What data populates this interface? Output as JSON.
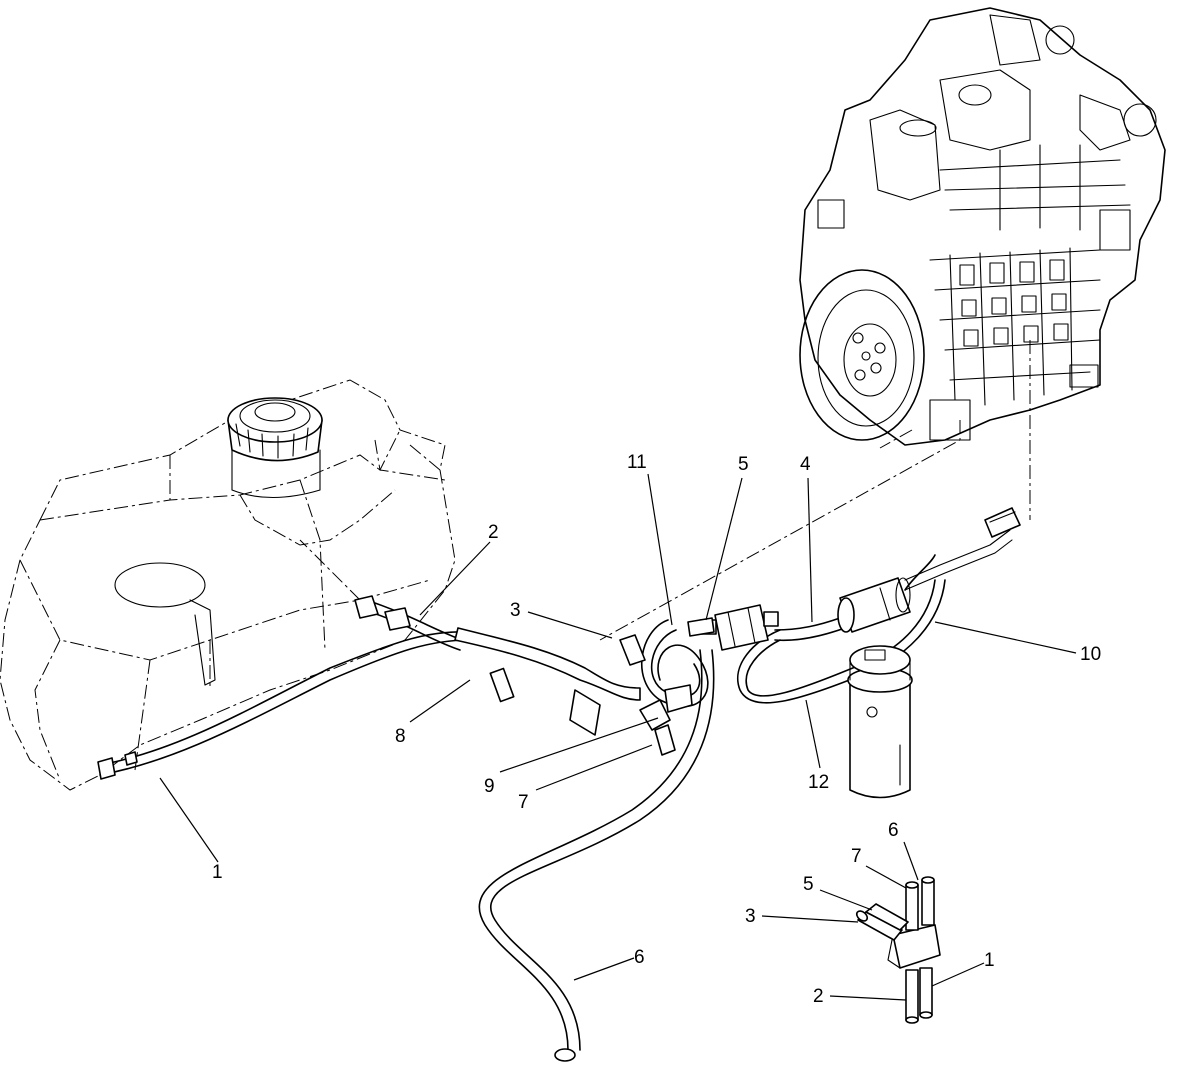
{
  "callouts": [
    {
      "id": "c1a",
      "label": "1"
    },
    {
      "id": "c2a",
      "label": "2"
    },
    {
      "id": "c3a",
      "label": "3"
    },
    {
      "id": "c4",
      "label": "4"
    },
    {
      "id": "c5a",
      "label": "5"
    },
    {
      "id": "c6a",
      "label": "6"
    },
    {
      "id": "c7a",
      "label": "7"
    },
    {
      "id": "c8",
      "label": "8"
    },
    {
      "id": "c9",
      "label": "9"
    },
    {
      "id": "c10",
      "label": "10"
    },
    {
      "id": "c11",
      "label": "11"
    },
    {
      "id": "c12",
      "label": "12"
    },
    {
      "id": "c6b",
      "label": "6"
    },
    {
      "id": "c7b",
      "label": "7"
    },
    {
      "id": "c5b",
      "label": "5"
    },
    {
      "id": "c3b",
      "label": "3"
    },
    {
      "id": "c1b",
      "label": "1"
    },
    {
      "id": "c2b",
      "label": "2"
    }
  ],
  "parts": {
    "engine": "engine-assembly",
    "tank": "fuel-tank",
    "cap": "fuel-cap",
    "filter": "fuel-filter",
    "water_separator": "water-separator",
    "pump": "fuel-pump",
    "manifold": "hose-manifold-detail"
  }
}
